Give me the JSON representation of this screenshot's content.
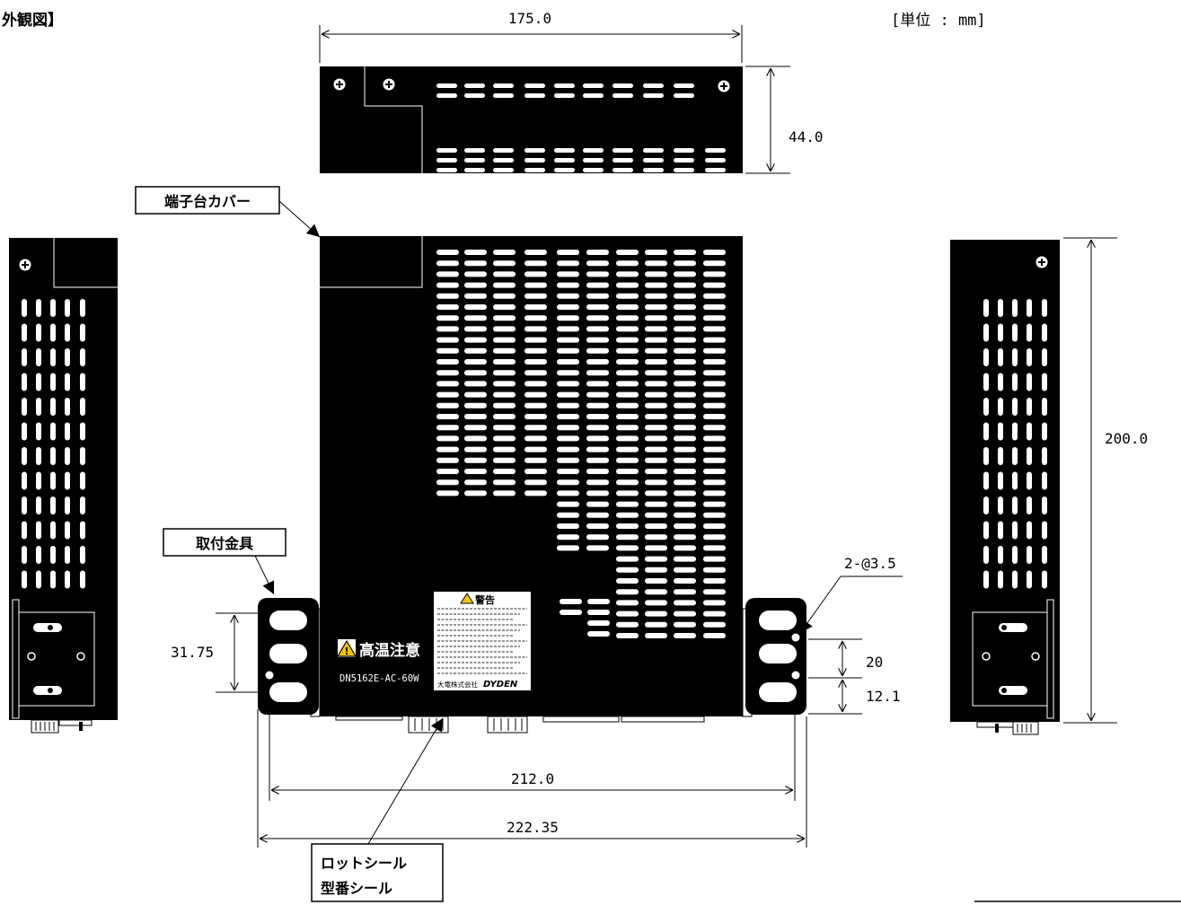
{
  "title": "外観図】",
  "unit_label": "[単位 : mm]",
  "dimensions": {
    "top_width": "175.0",
    "top_height": "44.0",
    "side_height": "200.0",
    "bracket_pitch": "31.75",
    "hole_spec": "2-@3.5",
    "hole_pitch": "20",
    "hole_offset": "12.1",
    "mount_width": "212.0",
    "overall_width": "222.35"
  },
  "callouts": {
    "terminal_cover": "端子台カバー",
    "bracket": "取付金具",
    "seal_line1": "ロットシール",
    "seal_line2": "型番シール"
  },
  "front_labels": {
    "hot_warning": "高温注意",
    "model": "DN5162E-AC-60W"
  },
  "warning_sticker": {
    "title": "警告",
    "maker": "大電株式会社",
    "brand": "DYDEN"
  },
  "colors": {
    "body": "#000000",
    "vent": "#ffffff",
    "warning": "#f5c400"
  }
}
